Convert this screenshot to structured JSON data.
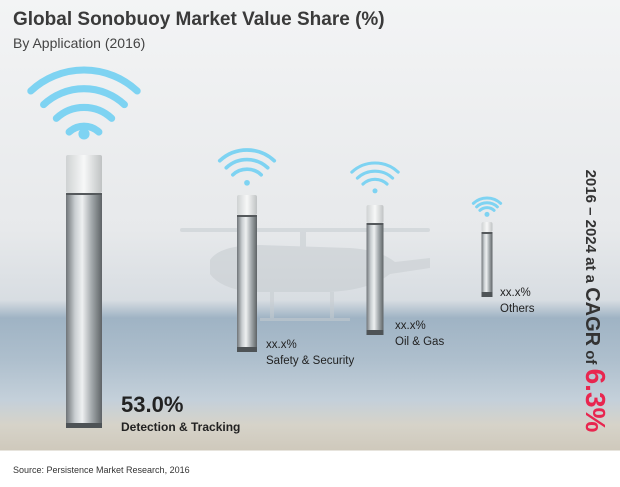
{
  "header": {
    "title": "Global Sonobuoy Market Value Share (%)",
    "subtitle": "By Application (2016)"
  },
  "cagr": {
    "prefix": "2016 – 2024 at a",
    "metric": "CAGR",
    "of": "of",
    "value": "6.3%"
  },
  "source": "Source: Persistence Market Research, 2016",
  "colors": {
    "accent": "#e8264f",
    "signal": "#7ed3f2",
    "buoy": "#a9afb2"
  },
  "chart_data": {
    "type": "pictorial-bar",
    "title": "Global Sonobuoy Market Value Share (%)",
    "subtitle": "By Application (2016)",
    "categories": [
      "Detection & Tracking",
      "Safety & Security",
      "Oil & Gas",
      "Others"
    ],
    "values": [
      53.0,
      null,
      null,
      null
    ],
    "value_labels": [
      "53.0%",
      "xx.x%",
      "xx.x%",
      "xx.x%"
    ],
    "unit": "%"
  }
}
